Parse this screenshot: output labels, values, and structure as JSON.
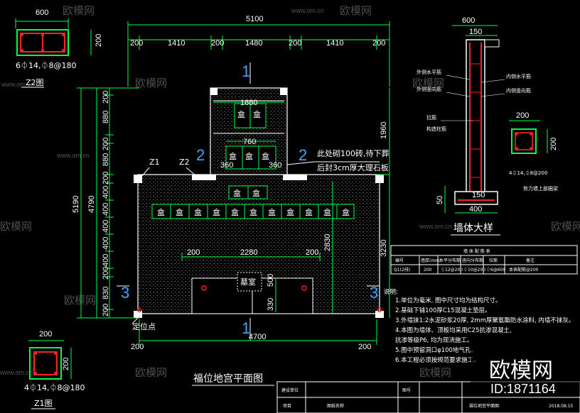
{
  "colors": {
    "background": "#000000",
    "dimension": "#00ff44",
    "wall": "#ffffff",
    "rebar": "#ff2222",
    "section_mark": "#3fa6ff",
    "hatch": "#9a9a9a"
  },
  "watermark": {
    "brand": "欧模网",
    "url": "www.om.cn"
  },
  "brand": {
    "name": "欧模网",
    "id": "ID:1871164"
  },
  "plan": {
    "title": "福位地宫平面图",
    "top_total": "5100",
    "top_segments": [
      "200",
      "1410",
      "200",
      "1480",
      "200",
      "1410",
      "200"
    ],
    "left_total_outer": "5190",
    "left_total_inner": "4790",
    "left_segments": [
      "200",
      "880",
      "200",
      "880",
      "200",
      "400",
      "400",
      "400",
      "400",
      "400",
      "200",
      "830",
      "200"
    ],
    "right_dims": [
      "1960",
      "3230"
    ],
    "inner_dims": [
      "1880",
      "760",
      "360",
      "360",
      "2280",
      "2830",
      "330",
      "500"
    ],
    "bottom_total": "4700",
    "bottom_segment": "200",
    "section_marks": [
      "1",
      "1",
      "2",
      "2",
      "3",
      "3"
    ],
    "column_labels": [
      "Z1",
      "Z2"
    ],
    "urn_label": "盒",
    "tomb_label": "墓室",
    "locate_point": "定位点",
    "annotation_line1": "此处砌100砖,待下葬",
    "annotation_line2": "后封3cm厚大理石板"
  },
  "z2": {
    "width": "600",
    "height": "200",
    "rebar": "6⏀14,⏀8@180",
    "name": "Z2图"
  },
  "z1": {
    "width": "200",
    "height": "200",
    "rebar": "4⏀14,⏀8@180",
    "name": "Z1图"
  },
  "wall_detail": {
    "title": "墙体大样",
    "top_width": "600",
    "inner_width": "150",
    "bottom_width": "400",
    "bottom_height": "150",
    "side": "50",
    "labels": [
      "外侧水平筋",
      "外侧竖向筋",
      "拉筋",
      "内侧水平筋",
      "内侧竖向筋",
      "构造柱筋"
    ]
  },
  "ring_beam": {
    "size": "200",
    "height": "200",
    "rebar": "4⏀14,⏀8@200",
    "name": "剪力墙上部圈梁"
  },
  "table": {
    "title": "墙 体 配 筋 表",
    "header": [
      "编号",
      "墙厚(mm)",
      "水平分布筋",
      "竖向分布筋",
      "拉筋",
      "备注"
    ],
    "row": [
      "Q1(2排)",
      "200",
      "⏀12@200",
      "⏀10@200",
      "⏀6@600",
      "本表配筋@200"
    ]
  },
  "notes": {
    "heading": "说明:",
    "items": [
      "1.单位为毫米, 图中尺寸均为结构尺寸。",
      "2.基础下铺100厚C15混凝土垫层。",
      "3.外墙抹1:2水泥砂浆20厚, 2mm厚聚氨酯防水涂料, 内墙不抹灰。",
      "4.本图为墙体、顶板均采用C25抗渗混凝土,",
      "  抗渗等级P6, 均为现浇施工。",
      "5.图中预留洞口φ100地气孔。",
      "6.本工程必须按规范要求施工。"
    ]
  },
  "titleblock": {
    "r1": [
      "建设单位",
      "",
      "图号"
    ],
    "r2": [
      "项目",
      "图纸名称",
      "福位地宫平面图"
    ],
    "date": "2018.08.15"
  }
}
